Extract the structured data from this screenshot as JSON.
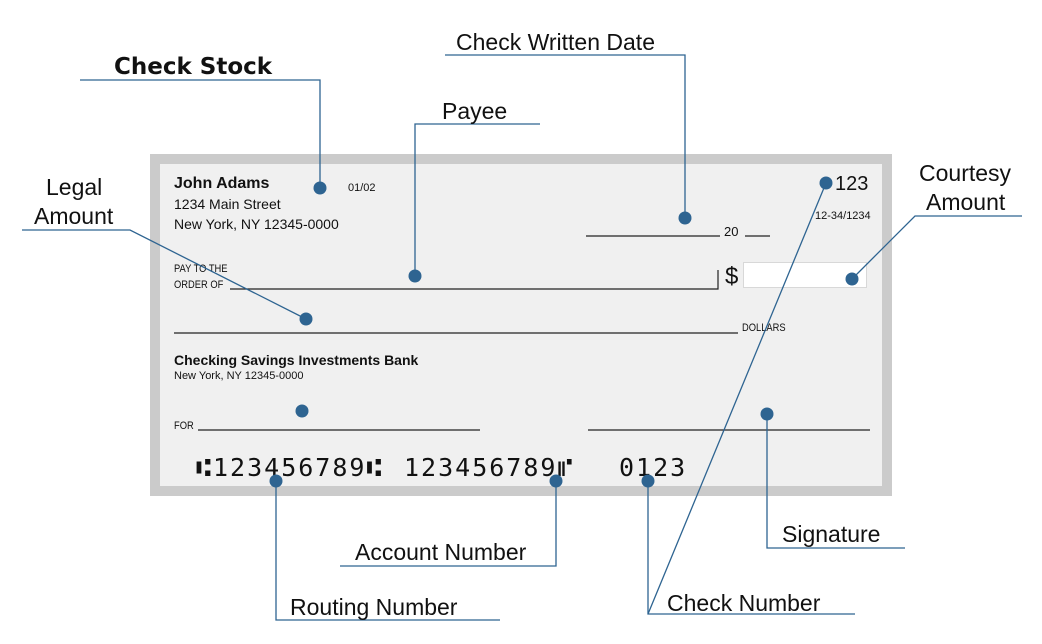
{
  "labels": {
    "check_stock": "Check Stock",
    "check_written_date": "Check Written Date",
    "payee": "Payee",
    "legal_amount_line1": "Legal",
    "legal_amount_line2": "Amount",
    "courtesy_amount_line1": "Courtesy",
    "courtesy_amount_line2": "Amount",
    "signature": "Signature",
    "account_number": "Account Number",
    "routing_number": "Routing Number",
    "check_number": "Check Number"
  },
  "check": {
    "owner_name": "John Adams",
    "owner_street": "1234 Main Street",
    "owner_city": "New York, NY 12345-0000",
    "since": "01/02",
    "check_no": "123",
    "fraction": "12-34/1234",
    "date_century": "20",
    "pay_to_line1": "PAY TO THE",
    "pay_to_line2": "ORDER OF",
    "dollar_sign": "$",
    "dollars_word": "DOLLARS",
    "bank_name": "Checking Savings Investments Bank",
    "bank_city": "New York, NY 12345-0000",
    "memo_label": "FOR",
    "micr_routing": "⑆123456789⑆",
    "micr_account": "123456789⑈",
    "micr_check": "0123"
  },
  "colors": {
    "marker": "#2e6491",
    "leader": "#2e6491",
    "frame": "#cbcbcb",
    "check_bg": "#f0f0f0"
  }
}
